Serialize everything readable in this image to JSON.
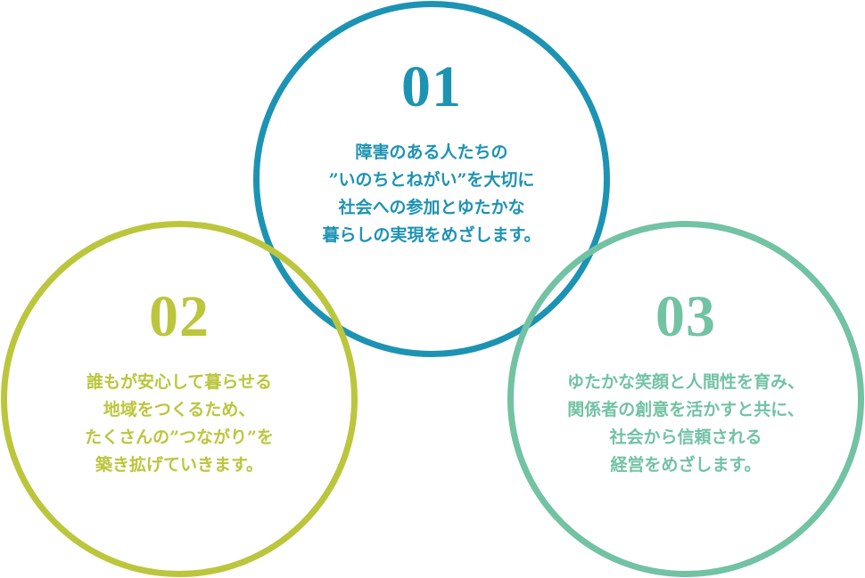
{
  "colors": {
    "circle1": "#1d93b3",
    "circle2": "#bbc63c",
    "circle3": "#72c2a4"
  },
  "circles": [
    {
      "number": "01",
      "lines": [
        "障害のある人たちの",
        "”いのちとねがい”を大切に",
        "社会への参加とゆたかな",
        "暮らしの実現をめざします。"
      ]
    },
    {
      "number": "02",
      "lines": [
        "誰もが安心して暮らせる",
        "地域をつくるため、",
        "たくさんの”つながり”を",
        "築き拡げていきます。"
      ]
    },
    {
      "number": "03",
      "lines": [
        "ゆたかな笑顔と人間性を育み、",
        "関係者の創意を活かすと共に、",
        "社会から信頼される",
        "経営をめざします。"
      ]
    }
  ]
}
